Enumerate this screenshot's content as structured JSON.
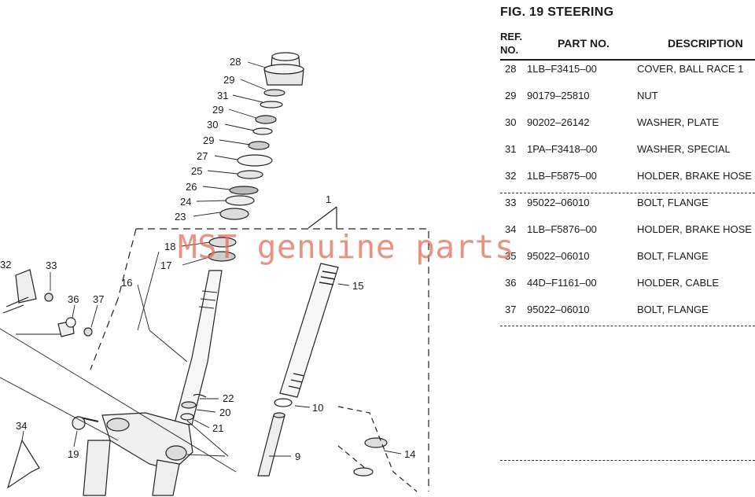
{
  "figure": {
    "title": "FIG.  19   STEERING"
  },
  "table": {
    "headers": {
      "ref_line1": "REF.",
      "ref_line2": "NO.",
      "part_no": "PART NO.",
      "description": "DESCRIPTION"
    },
    "rows": [
      {
        "ref": "28",
        "part_no": "1LB–F3415–00",
        "description": "COVER, BALL RACE 1"
      },
      {
        "ref": "29",
        "part_no": "90179–25810",
        "description": "NUT"
      },
      {
        "ref": "30",
        "part_no": "90202–26142",
        "description": "WASHER, PLATE"
      },
      {
        "ref": "31",
        "part_no": "1PA–F3418–00",
        "description": "WASHER, SPECIAL"
      },
      {
        "ref": "32",
        "part_no": "1LB–F5875–00",
        "description": "HOLDER, BRAKE HOSE"
      },
      {
        "ref": "33",
        "part_no": "95022–06010",
        "description": "BOLT, FLANGE"
      },
      {
        "ref": "34",
        "part_no": "1LB–F5876–00",
        "description": "HOLDER, BRAKE HOSE"
      },
      {
        "ref": "35",
        "part_no": "95022–06010",
        "description": "BOLT, FLANGE"
      },
      {
        "ref": "36",
        "part_no": "44D–F1161–00",
        "description": "HOLDER, CABLE"
      },
      {
        "ref": "37",
        "part_no": "95022–06010",
        "description": "BOLT, FLANGE"
      }
    ]
  },
  "diagram": {
    "callouts": {
      "c1": "1",
      "c28": "28",
      "c29a": "29",
      "c31": "31",
      "c29b": "29",
      "c30": "30",
      "c29c": "29",
      "c27": "27",
      "c25": "25",
      "c26": "26",
      "c24": "24",
      "c23": "23",
      "c18": "18",
      "c17": "17",
      "c16": "16",
      "c15": "15",
      "c32": "32",
      "c33": "33",
      "c36": "36",
      "c37": "37",
      "c22": "22",
      "c20": "20",
      "c21": "21",
      "c10": "10",
      "c9": "9",
      "c34": "34",
      "c19": "19",
      "c14": "14"
    }
  },
  "watermark": "MST genuine parts"
}
